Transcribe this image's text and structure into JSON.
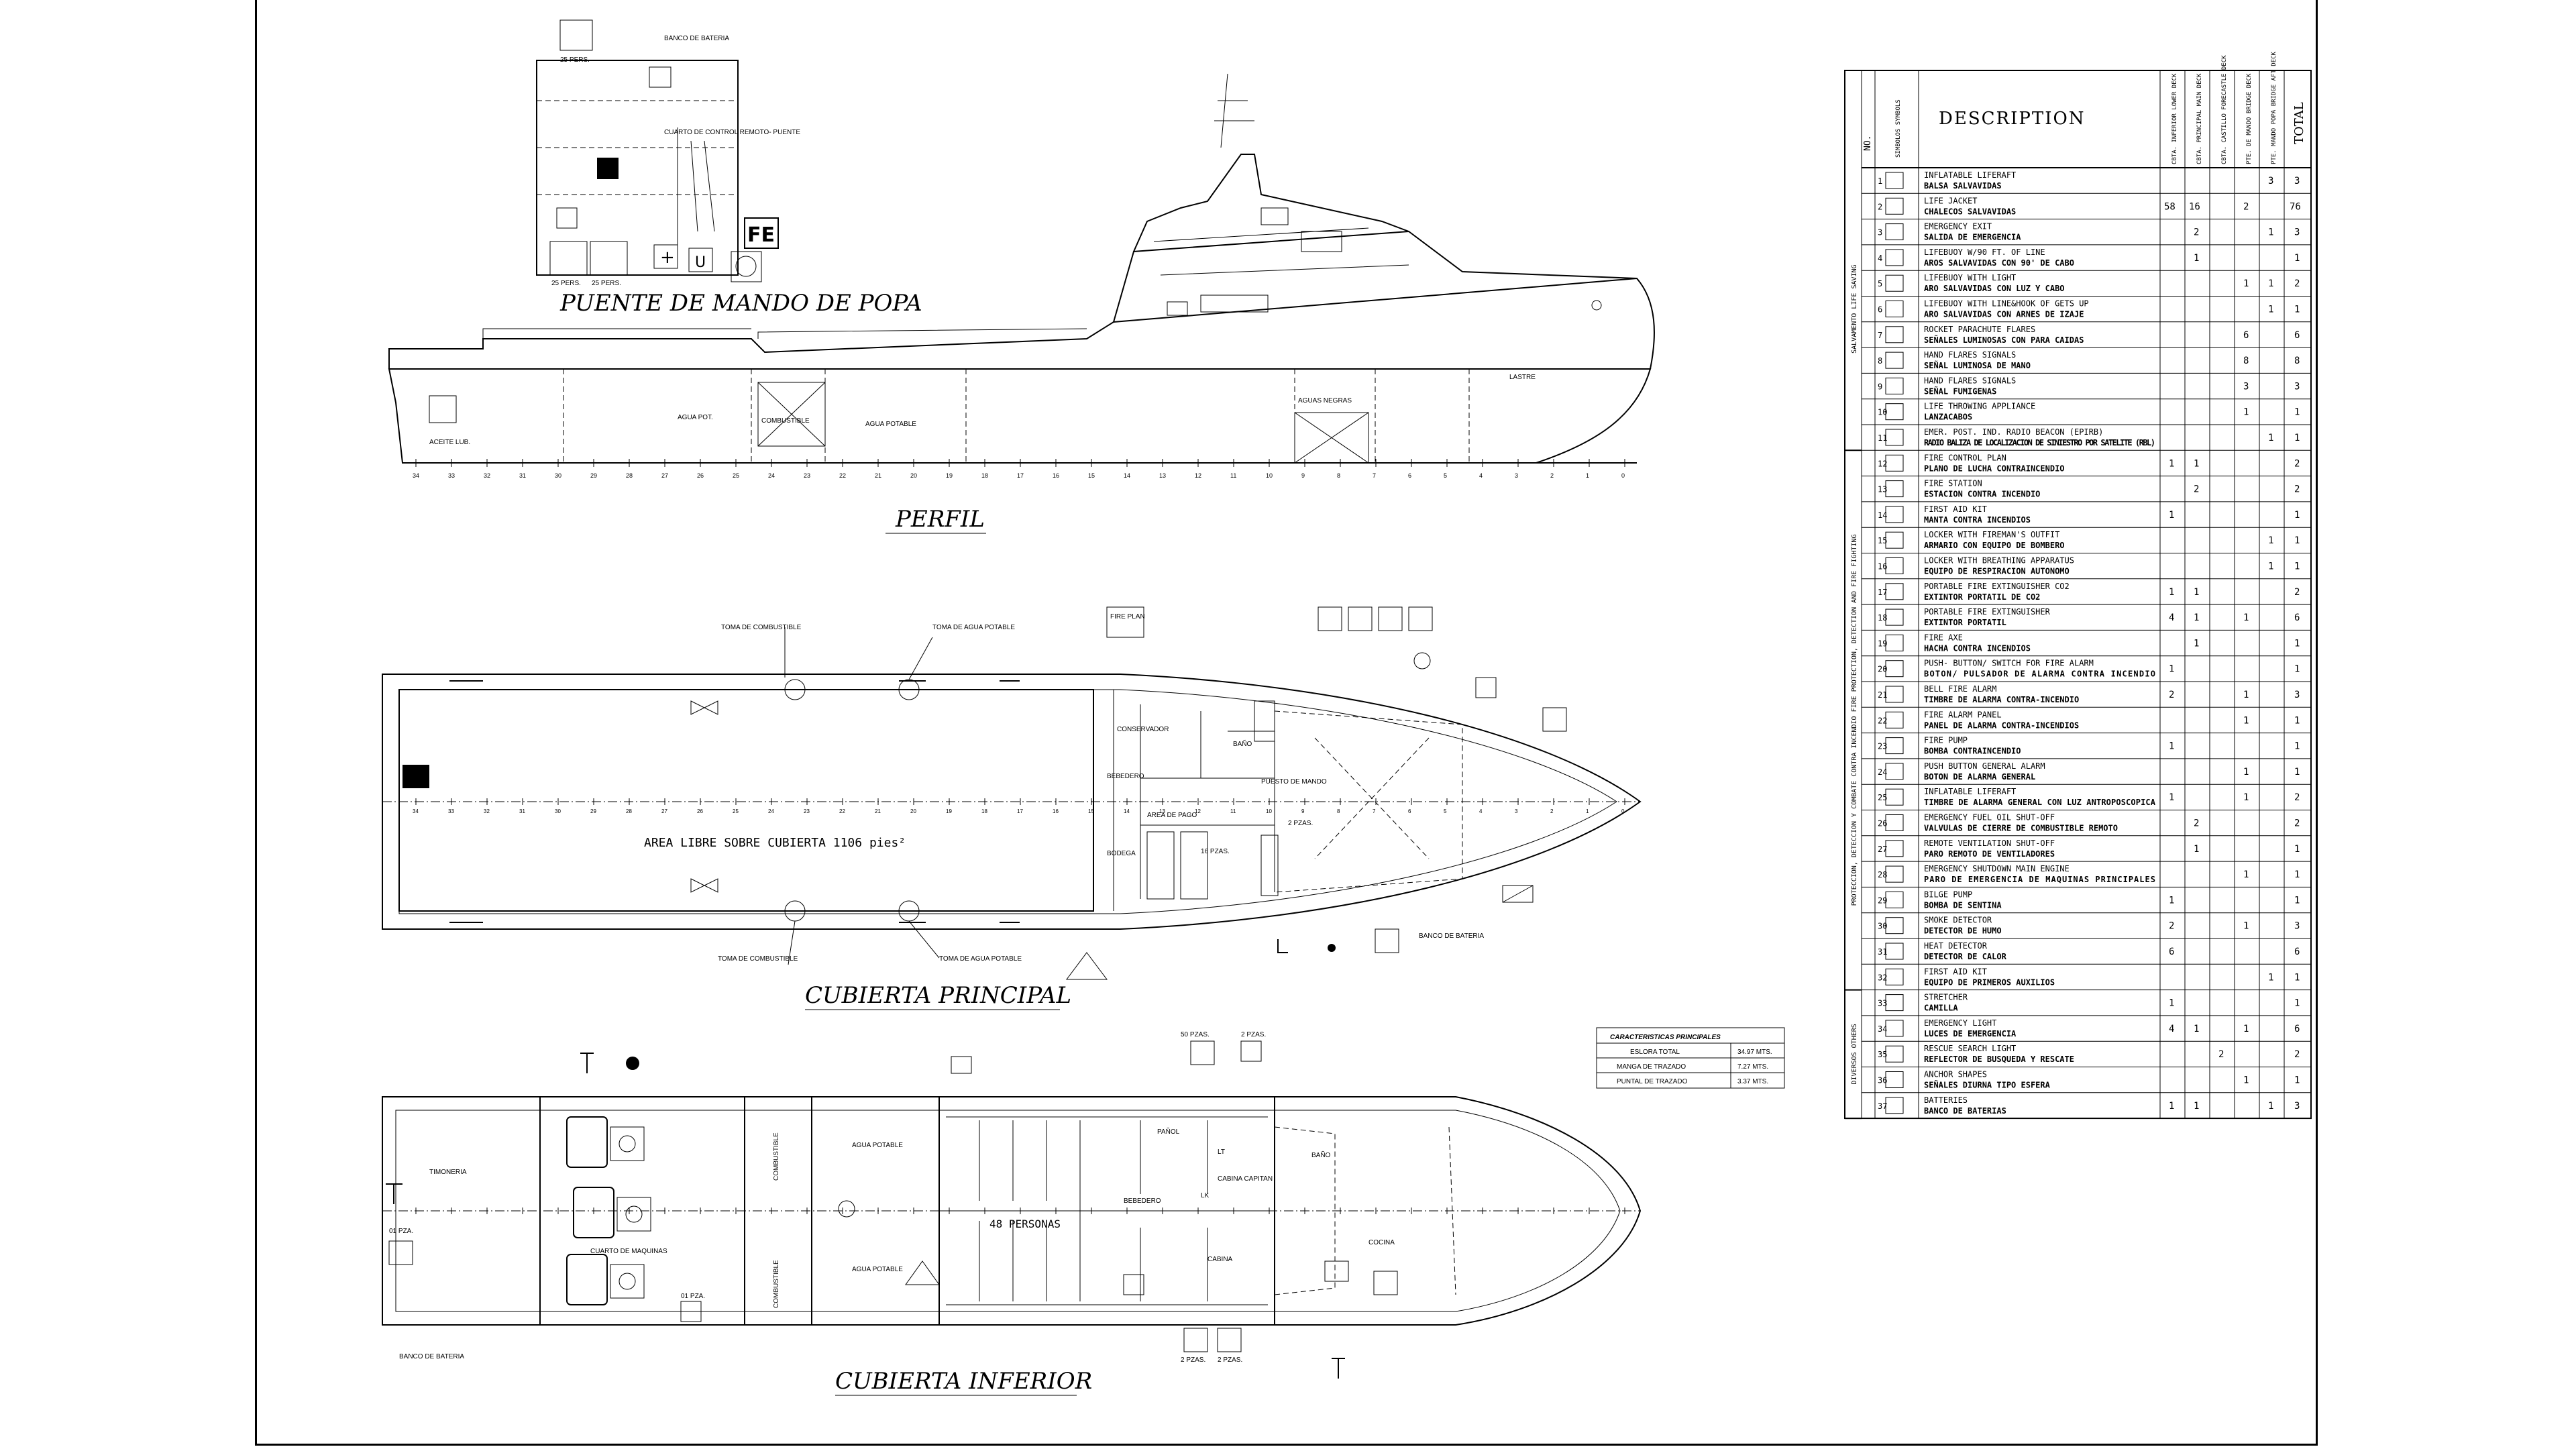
{
  "sections": {
    "profile": "PERFIL",
    "main_deck": "CUBIERTA PRINCIPAL",
    "lower_deck": "CUBIERTA INFERIOR",
    "aft_bridge": "PUENTE DE MANDO DE POPA"
  },
  "profile_labels": {
    "lube_oil": "ACEITE LUB.",
    "potable_water_1": "AGUA POT.",
    "fuel": "COMBUSTIBLE",
    "potable_water_2": "AGUA POTABLE",
    "black_water": "AGUAS NEGRAS",
    "ballast": "LASTRE"
  },
  "bridge_labels": {
    "pers_25_top": "25 PERS.",
    "battery_bank": "BANCO DE BATERIA",
    "control_room": "CUARTO DE CONTROL REMOTO- PUENTE",
    "pers_25_a": "25 PERS.",
    "pers_25_b": "25 PERS.",
    "fe": "FE",
    "u": "U"
  },
  "main_deck_labels": {
    "fuel_intake_1": "TOMA DE COMBUSTIBLE",
    "water_intake_1": "TOMA DE AGUA POTABLE",
    "fuel_intake_2": "TOMA DE COMBUSTIBLE",
    "water_intake_2": "TOMA DE AGUA POTABLE",
    "free_area": "AREA LIBRE SOBRE CUBIERTA 1106 pies²",
    "conservador": "CONSERVADOR",
    "bebedero": "BEBEDERO",
    "area_pago": "AREA DE PAGO",
    "bodega": "BODEGA",
    "bano": "BAÑO",
    "puesto_mando": "PUESTO DE MANDO",
    "pzas_2": "2 PZAS.",
    "pzas_16": "16 PZAS.",
    "banco_bateria": "BANCO DE BATERIA",
    "fire_plan": "FIRE PLAN"
  },
  "lower_deck_labels": {
    "timoneria": "TIMONERIA",
    "cuarto_maquinas": "CUARTO DE MAQUINAS",
    "combustible_1": "COMBUSTIBLE",
    "combustible_2": "COMBUSTIBLE",
    "agua_potable_1": "AGUA POTABLE",
    "agua_potable_2": "AGUA POTABLE",
    "personas": "48 PERSONAS",
    "panol": "PAÑOL",
    "cabina_capitan": "CABINA CAPITAN",
    "cabina": "CABINA",
    "bano": "BAÑO",
    "cocina": "COCINA",
    "pzas_50": "50 PZAS.",
    "pzas_2a": "2 PZAS.",
    "pzas_2b": "2 PZAS.",
    "pzas_2c": "2 PZAS.",
    "pzas_01a": "01 PZA.",
    "pzas_01b": "01 PZA.",
    "banco_bateria": "BANCO DE BATERIA",
    "bebedero": "BEBEDERO",
    "lt": "LT",
    "lk": "LK"
  },
  "characteristics": {
    "title": "CARACTERISTICAS PRINCIPALES",
    "rows": [
      {
        "label": "ESLORA TOTAL",
        "value": "34.97 MTS."
      },
      {
        "label": "MANGA DE TRAZADO",
        "value": "7.27 MTS."
      },
      {
        "label": "PUNTAL DE TRAZADO",
        "value": "3.37 MTS."
      }
    ]
  },
  "frame_numbers": [
    "34",
    "33",
    "32",
    "31",
    "30",
    "29",
    "28",
    "27",
    "26",
    "25",
    "24",
    "23",
    "22",
    "21",
    "20",
    "19",
    "18",
    "17",
    "16",
    "15",
    "14",
    "13",
    "12",
    "11",
    "10",
    "9",
    "8",
    "7",
    "6",
    "5",
    "4",
    "3",
    "2",
    "1",
    "0"
  ],
  "table": {
    "header_no": "NO.",
    "header_symbol": "SIMBOLOS SYMBOLS",
    "header_desc": "DESCRIPTION",
    "header_cols": [
      "CBTA. INFERIOR LOWER DECK",
      "CBTA. PRINCIPAL MAIN DECK",
      "CBTA. CASTILLO FORECASTLE DECK",
      "PTE. DE MANDO BRIDGE DECK",
      "PTE. MANDO POPA BRIDGE AFT DECK"
    ],
    "header_total": "TOTAL",
    "groups": [
      {
        "label": "SALVAMENTO LIFE SAVING",
        "from": 0,
        "to": 11
      },
      {
        "label": "PROTECCION, DETECCION Y COMBATE CONTRA INCENDIO FIRE PROTECTION, DETECTION AND FIRE FIGHTING",
        "from": 11,
        "to": 32
      },
      {
        "label": "DIVERSOS OTHERS",
        "from": 32,
        "to": 37
      }
    ],
    "rows": [
      {
        "no": "1",
        "en": "INFLATABLE LIFERAFT",
        "es": "BALSA SALVAVIDAS",
        "c": [
          "",
          "",
          "",
          "",
          "3"
        ],
        "total": "3"
      },
      {
        "no": "2",
        "en": "LIFE JACKET",
        "es": "CHALECOS SALVAVIDAS",
        "c": [
          "58",
          "16",
          "",
          "2",
          ""
        ],
        "total": "76"
      },
      {
        "no": "3",
        "en": "EMERGENCY EXIT",
        "es": "SALIDA DE EMERGENCIA",
        "c": [
          "",
          "2",
          "",
          "",
          "1"
        ],
        "total": "3"
      },
      {
        "no": "4",
        "en": "LIFEBUOY W/90 FT. OF LINE",
        "es": "AROS SALVAVIDAS CON 90' DE CABO",
        "c": [
          "",
          "1",
          "",
          "",
          ""
        ],
        "total": "1"
      },
      {
        "no": "5",
        "en": "LIFEBUOY WITH LIGHT",
        "es": "ARO SALVAVIDAS CON LUZ Y CABO",
        "c": [
          "",
          "",
          "",
          "1",
          "1"
        ],
        "total": "2"
      },
      {
        "no": "6",
        "en": "LIFEBUOY WITH LINE&HOOK OF GETS UP",
        "es": "ARO SALVAVIDAS CON ARNES DE IZAJE",
        "c": [
          "",
          "",
          "",
          "",
          "1"
        ],
        "total": "1"
      },
      {
        "no": "7",
        "en": "ROCKET PARACHUTE FLARES",
        "es": "SEÑALES LUMINOSAS CON PARA CAIDAS",
        "c": [
          "",
          "",
          "",
          "6",
          ""
        ],
        "total": "6"
      },
      {
        "no": "8",
        "en": "HAND FLARES SIGNALS",
        "es": "SEÑAL LUMINOSA DE MANO",
        "c": [
          "",
          "",
          "",
          "8",
          ""
        ],
        "total": "8"
      },
      {
        "no": "9",
        "en": "HAND FLARES SIGNALS",
        "es": "SEÑAL FUMIGENAS",
        "c": [
          "",
          "",
          "",
          "3",
          ""
        ],
        "total": "3"
      },
      {
        "no": "10",
        "en": "LIFE THROWING APPLIANCE",
        "es": "LANZACABOS",
        "c": [
          "",
          "",
          "",
          "1",
          ""
        ],
        "total": "1"
      },
      {
        "no": "11",
        "en": "EMER. POST. IND. RADIO BEACON (EPIRB)",
        "es": "RADIO BALIZA DE LOCALIZACION DE SINIESTRO POR SATELITE (RBL)",
        "c": [
          "",
          "",
          "",
          "",
          "1"
        ],
        "total": "1"
      },
      {
        "no": "12",
        "en": "FIRE CONTROL PLAN",
        "es": "PLANO DE LUCHA CONTRAINCENDIO",
        "c": [
          "1",
          "1",
          "",
          "",
          ""
        ],
        "total": "2"
      },
      {
        "no": "13",
        "en": "FIRE STATION",
        "es": "ESTACION CONTRA INCENDIO",
        "c": [
          "",
          "2",
          "",
          "",
          ""
        ],
        "total": "2"
      },
      {
        "no": "14",
        "en": "FIRST AID KIT",
        "es": "MANTA CONTRA INCENDIOS",
        "c": [
          "1",
          "",
          "",
          "",
          ""
        ],
        "total": "1"
      },
      {
        "no": "15",
        "en": "LOCKER WITH FIREMAN'S OUTFIT",
        "es": "ARMARIO CON EQUIPO DE BOMBERO",
        "c": [
          "",
          "",
          "",
          "",
          "1"
        ],
        "total": "1"
      },
      {
        "no": "16",
        "en": "LOCKER WITH BREATHING APPARATUS",
        "es": "EQUIPO DE RESPIRACION AUTONOMO",
        "c": [
          "",
          "",
          "",
          "",
          "1"
        ],
        "total": "1"
      },
      {
        "no": "17",
        "en": "PORTABLE FIRE EXTINGUISHER CO2",
        "es": "EXTINTOR PORTATIL DE CO2",
        "c": [
          "1",
          "1",
          "",
          "",
          ""
        ],
        "total": "2"
      },
      {
        "no": "18",
        "en": "PORTABLE FIRE EXTINGUISHER",
        "es": "EXTINTOR PORTATIL",
        "c": [
          "4",
          "1",
          "",
          "1",
          ""
        ],
        "total": "6"
      },
      {
        "no": "19",
        "en": "FIRE AXE",
        "es": "HACHA CONTRA INCENDIOS",
        "c": [
          "",
          "1",
          "",
          "",
          ""
        ],
        "total": "1"
      },
      {
        "no": "20",
        "en": "PUSH- BUTTON/ SWITCH FOR FIRE ALARM",
        "es": "BOTON/ PULSADOR DE ALARMA CONTRA INCENDIO",
        "c": [
          "1",
          "",
          "",
          "",
          ""
        ],
        "total": "1"
      },
      {
        "no": "21",
        "en": "BELL FIRE ALARM",
        "es": "TIMBRE DE ALARMA CONTRA-INCENDIO",
        "c": [
          "2",
          "",
          "",
          "1",
          ""
        ],
        "total": "3"
      },
      {
        "no": "22",
        "en": "FIRE ALARM PANEL",
        "es": "PANEL DE ALARMA CONTRA-INCENDIOS",
        "c": [
          "",
          "",
          "",
          "1",
          ""
        ],
        "total": "1"
      },
      {
        "no": "23",
        "en": "FIRE PUMP",
        "es": "BOMBA CONTRAINCENDIO",
        "c": [
          "1",
          "",
          "",
          "",
          ""
        ],
        "total": "1"
      },
      {
        "no": "24",
        "en": "PUSH BUTTON GENERAL ALARM",
        "es": "BOTON DE ALARMA GENERAL",
        "c": [
          "",
          "",
          "",
          "1",
          ""
        ],
        "total": "1"
      },
      {
        "no": "25",
        "en": "INFLATABLE LIFERAFT",
        "es": "TIMBRE DE ALARMA GENERAL CON LUZ ANTROPOSCOPICA",
        "c": [
          "1",
          "",
          "",
          "1",
          ""
        ],
        "total": "2"
      },
      {
        "no": "26",
        "en": "EMERGENCY FUEL OIL SHUT-OFF",
        "es": "VALVULAS DE CIERRE DE COMBUSTIBLE REMOTO",
        "c": [
          "",
          "2",
          "",
          "",
          ""
        ],
        "total": "2"
      },
      {
        "no": "27",
        "en": "REMOTE VENTILATION SHUT-OFF",
        "es": "PARO REMOTO DE VENTILADORES",
        "c": [
          "",
          "1",
          "",
          "",
          ""
        ],
        "total": "1"
      },
      {
        "no": "28",
        "en": "EMERGENCY SHUTDOWN MAIN ENGINE",
        "es": "PARO DE EMERGENCIA DE MAQUINAS PRINCIPALES",
        "c": [
          "",
          "",
          "",
          "1",
          ""
        ],
        "total": "1"
      },
      {
        "no": "29",
        "en": "BILGE PUMP",
        "es": "BOMBA DE SENTINA",
        "c": [
          "1",
          "",
          "",
          "",
          ""
        ],
        "total": "1"
      },
      {
        "no": "30",
        "en": "SMOKE DETECTOR",
        "es": "DETECTOR DE HUMO",
        "c": [
          "2",
          "",
          "",
          "1",
          ""
        ],
        "total": "3"
      },
      {
        "no": "31",
        "en": "HEAT DETECTOR",
        "es": "DETECTOR DE CALOR",
        "c": [
          "6",
          "",
          "",
          "",
          ""
        ],
        "total": "6"
      },
      {
        "no": "32",
        "en": "FIRST AID KIT",
        "es": "EQUIPO DE PRIMEROS AUXILIOS",
        "c": [
          "",
          "",
          "",
          "",
          "1"
        ],
        "total": "1"
      },
      {
        "no": "33",
        "en": "STRETCHER",
        "es": "CAMILLA",
        "c": [
          "1",
          "",
          "",
          "",
          ""
        ],
        "total": "1"
      },
      {
        "no": "34",
        "en": "EMERGENCY LIGHT",
        "es": "LUCES DE EMERGENCIA",
        "c": [
          "4",
          "1",
          "",
          "1",
          ""
        ],
        "total": "6"
      },
      {
        "no": "35",
        "en": "RESCUE SEARCH LIGHT",
        "es": "REFLECTOR DE BUSQUEDA Y RESCATE",
        "c": [
          "",
          "",
          "2",
          "",
          ""
        ],
        "total": "2"
      },
      {
        "no": "36",
        "en": "ANCHOR SHAPES",
        "es": "SEÑALES DIURNA TIPO ESFERA",
        "c": [
          "",
          "",
          "",
          "1",
          ""
        ],
        "total": "1"
      },
      {
        "no": "37",
        "en": "BATTERIES",
        "es": "BANCO DE BATERIAS",
        "c": [
          "1",
          "1",
          "",
          "",
          "1"
        ],
        "total": "3"
      }
    ]
  }
}
